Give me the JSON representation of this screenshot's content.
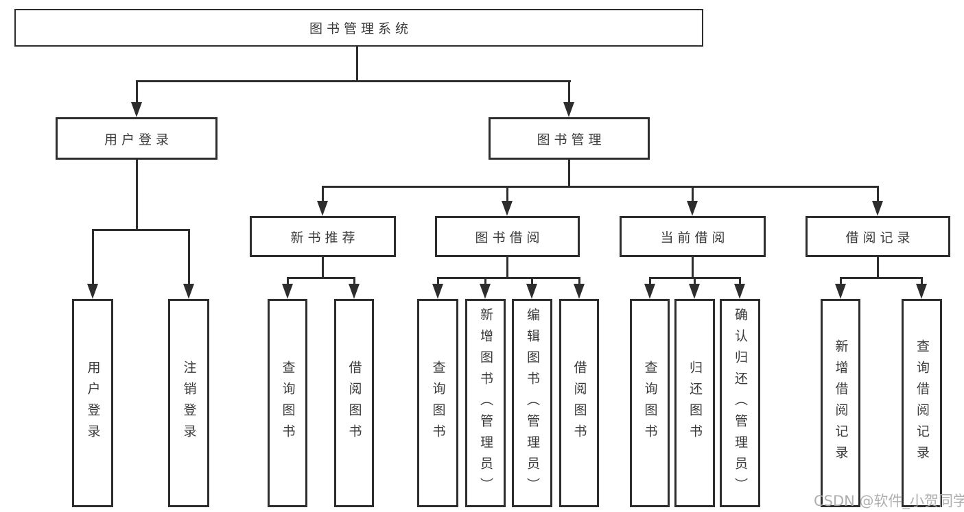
{
  "tree": {
    "label": "图书管理系统",
    "children": [
      {
        "label": "用户登录",
        "children": [
          {
            "label": "用户登录"
          },
          {
            "label": "注销登录"
          }
        ]
      },
      {
        "label": "图书管理",
        "children": [
          {
            "label": "新书推荐",
            "children": [
              {
                "label": "查询图书"
              },
              {
                "label": "借阅图书"
              }
            ]
          },
          {
            "label": "图书借阅",
            "children": [
              {
                "label": "查询图书"
              },
              {
                "label": "新增图书（管理员）"
              },
              {
                "label": "编辑图书（管理员）"
              },
              {
                "label": "借阅图书"
              }
            ]
          },
          {
            "label": "当前借阅",
            "children": [
              {
                "label": "查询图书"
              },
              {
                "label": "归还图书"
              },
              {
                "label": "确认归还（管理员）"
              }
            ]
          },
          {
            "label": "借阅记录",
            "children": [
              {
                "label": "新增借阅记录"
              },
              {
                "label": "查询借阅记录"
              }
            ]
          }
        ]
      }
    ]
  },
  "watermark": "CSDN @软件_小贺同学",
  "colors": {
    "line": "#2d2d2d",
    "text": "#3a3a3a",
    "watermark": "#a8a8a8",
    "background": "#ffffff"
  }
}
